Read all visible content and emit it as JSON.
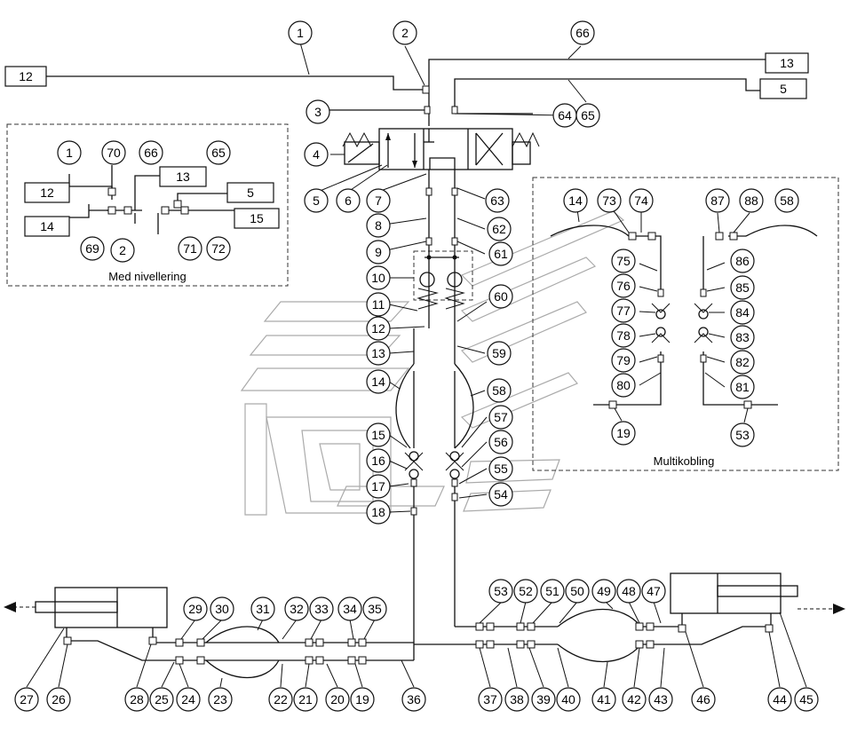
{
  "captions": {
    "left_panel": "Med nivellering",
    "right_panel": "Multikobling"
  },
  "port_boxes": [
    "12",
    "13",
    "5",
    "12",
    "14",
    "13",
    "5",
    "15"
  ],
  "callouts": [
    "1",
    "2",
    "66",
    "3",
    "64",
    "65",
    "4",
    "5",
    "6",
    "7",
    "63",
    "8",
    "62",
    "9",
    "61",
    "10",
    "60",
    "11",
    "12",
    "13",
    "59",
    "14",
    "58",
    "15",
    "57",
    "16",
    "56",
    "17",
    "55",
    "18",
    "54",
    "1",
    "70",
    "66",
    "65",
    "69",
    "2",
    "71",
    "72",
    "14",
    "73",
    "74",
    "87",
    "88",
    "58",
    "75",
    "86",
    "76",
    "85",
    "77",
    "84",
    "78",
    "83",
    "79",
    "82",
    "80",
    "81",
    "19",
    "53",
    "53",
    "52",
    "51",
    "50",
    "49",
    "48",
    "47",
    "29",
    "30",
    "31",
    "32",
    "33",
    "34",
    "35",
    "27",
    "26",
    "28",
    "25",
    "24",
    "23",
    "22",
    "21",
    "20",
    "19",
    "36",
    "37",
    "38",
    "39",
    "40",
    "41",
    "42",
    "43",
    "46",
    "44",
    "45"
  ]
}
